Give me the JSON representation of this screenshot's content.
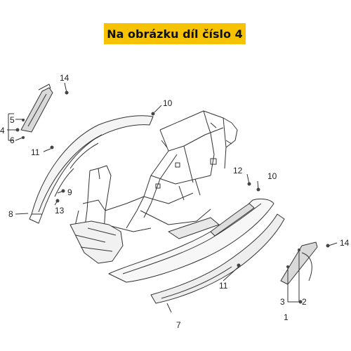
{
  "banner": {
    "text": "Na obrázku díl číslo 4",
    "color": "#f7c200"
  },
  "callouts": {
    "c14_top": "14",
    "c10_top": "10",
    "c5": "5",
    "c4": "4",
    "c6": "6",
    "c11_left": "11",
    "c9": "9",
    "c13": "13",
    "c8": "8",
    "c12": "12",
    "c10_right": "10",
    "c14_right": "14",
    "c11_bottom": "11",
    "c3": "3",
    "c2": "2",
    "c1": "1",
    "c7": "7"
  }
}
